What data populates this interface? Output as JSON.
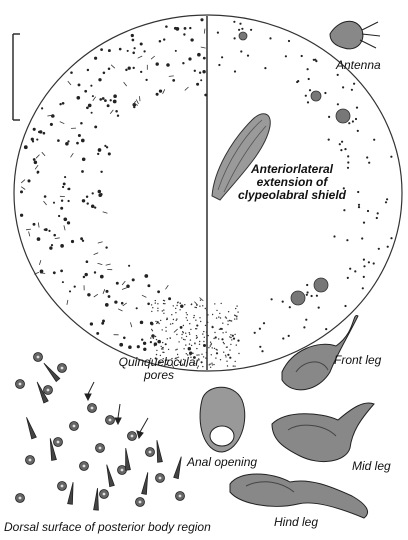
{
  "figure": {
    "labels": {
      "antenna": "Antenna",
      "shield": "Anteriorlateral\nextension of\nclypeolabral shield",
      "front_leg": "Front leg",
      "pores": "Quinquelocular\npores",
      "anal_opening": "Anal opening",
      "mid_leg": "Mid leg",
      "hind_leg": "Hind leg",
      "dorsal": "Dorsal surface of posterior body region"
    }
  }
}
